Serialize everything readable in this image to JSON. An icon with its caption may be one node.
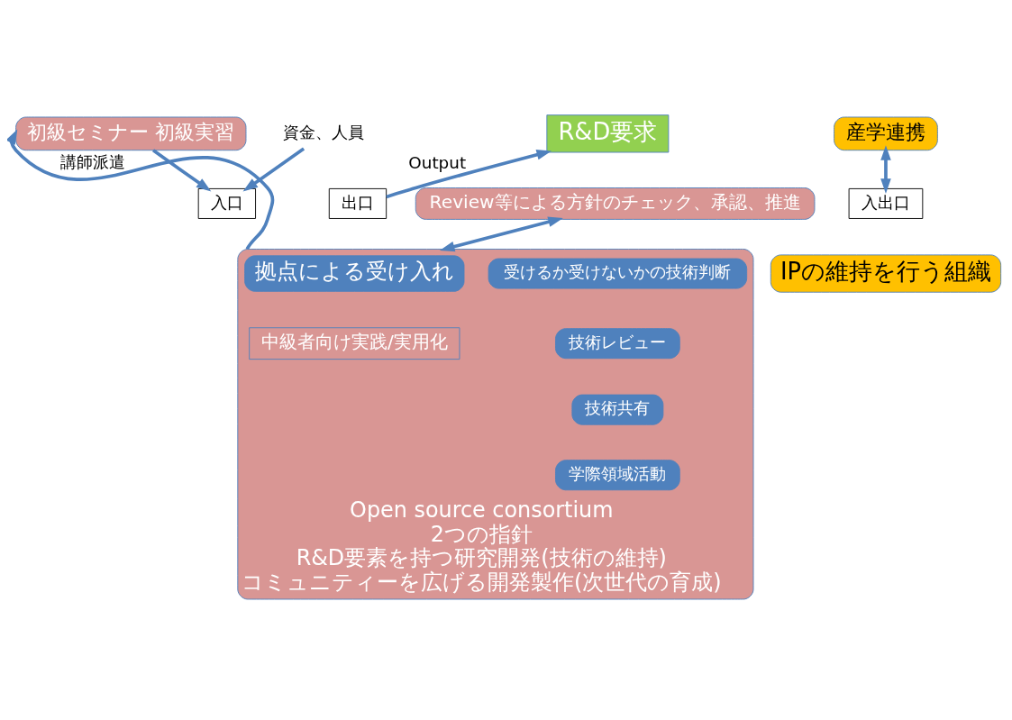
{
  "diagram": {
    "nodes": [
      {
        "text": [
          "初級セミナー 初級実習"
        ]
      },
      {
        "text": [
          "R&D要求"
        ]
      },
      {
        "text": [
          "Review等による方針のチェック、承認、推進"
        ]
      },
      {
        "text": [
          "Open source consortium",
          "2つの指針",
          "R&D要素を持つ研究開発(技術の維持)",
          "コミュニティーを広げる開発製作(次世代の育成)"
        ]
      },
      {
        "text": [
          "入口"
        ]
      },
      {
        "text": [
          "出口"
        ]
      },
      {
        "text": [
          "拠点による受け入れ"
        ],
        "in": 3
      },
      {
        "text": [
          "中級者向け実践/実用化"
        ],
        "in": 3
      },
      {
        "text": [
          "受けるか受けないかの技術判断"
        ],
        "in": 3
      },
      {
        "text": [
          "技術レビュー"
        ],
        "in": 3
      },
      {
        "text": [
          "技術共有"
        ],
        "in": 3
      },
      {
        "text": [
          "学際領域活動"
        ],
        "in": 3
      },
      {
        "text": [
          "産学連携"
        ]
      },
      {
        "text": [
          "IPの維持を行う組織"
        ]
      },
      {
        "text": [
          "入出口"
        ]
      },
      {
        "text": [
          "資金、人員"
        ]
      }
    ],
    "edges": [
      {
        "from": 3,
        "to": 0,
        "arrow": "to",
        "label": "講師派遣"
      },
      {
        "from": 0,
        "to": 4,
        "arrow": "to"
      },
      {
        "from": 15,
        "to": 4,
        "arrow": "to"
      },
      {
        "from": 5,
        "to": 1,
        "arrow": "to",
        "label": "Output"
      },
      {
        "from": 2,
        "to": 3,
        "arrow": "both"
      },
      {
        "from": 12,
        "to": 14,
        "arrow": "both"
      }
    ]
  }
}
